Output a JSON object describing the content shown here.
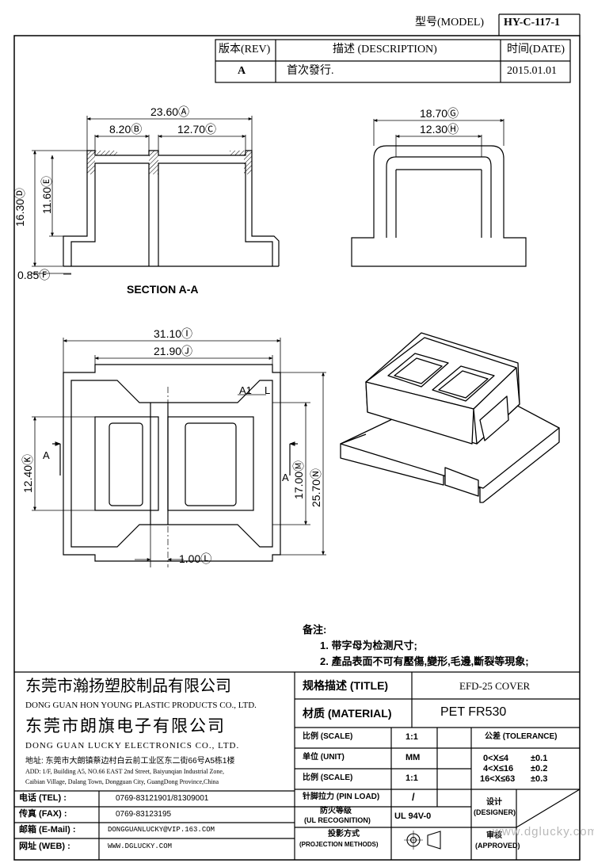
{
  "header": {
    "model_label": "型号(MODEL)",
    "model_value": "HY-C-117-1",
    "rev_label": "版本(REV)",
    "desc_label": "描述 (DESCRIPTION)",
    "date_label": "时间(DATE)",
    "rev_value": "A",
    "desc_value": "首次發行.",
    "date_value": "2015.01.01"
  },
  "section_view": {
    "dims": {
      "overall_width": "23.60Ⓐ",
      "left_width": "8.20Ⓑ",
      "right_width": "12.70Ⓒ",
      "inner_height": "11.60Ⓔ",
      "total_height": "16.30Ⓓ",
      "base_thick": "0.85Ⓕ"
    },
    "title": "SECTION A-A"
  },
  "side_view": {
    "dims": {
      "outer_width": "18.70Ⓖ",
      "inner_width": "12.30Ⓗ"
    }
  },
  "top_view": {
    "dims": {
      "outer_width": "31.10Ⓘ",
      "inner_width": "21.90Ⓙ",
      "left_height": "12.40Ⓚ",
      "mid_height": "17.00Ⓜ",
      "right_height": "25.70Ⓝ",
      "gap": "1.00Ⓛ"
    },
    "section_marker": "A",
    "corner_label": "A1",
    "corner_mark": "L"
  },
  "notes": {
    "title": "备注:",
    "items": [
      "1. 带字母为检测尺寸;",
      "2. 產品表面不可有壓傷,變形,毛邊,斷裂等現象;"
    ]
  },
  "company": {
    "name1_cn": "东莞市瀚扬塑胶制品有限公司",
    "name1_en": "DONG GUAN HON YOUNG PLASTIC PRODUCTS CO., LTD.",
    "name2_cn": "东莞市朗旗电子有限公司",
    "name2_en": "DONG GUAN LUCKY ELECTRONICS CO., LTD.",
    "address_cn": "地址: 东莞市大朗镇蔡边村白云前工业区东二街66号A5栋1楼",
    "address_en1": "ADD: 1/F, Building A5, NO.66 EAST 2nd Street, Baiyunqian Industrial Zone,",
    "address_en2": "Caibian Village, Dalang Town, Dongguan City, GuangDong Province,China"
  },
  "contact": {
    "tel_label": "电话 (TEL) :",
    "tel_value": "0769-83121901/81309001",
    "fax_label": "传真 (FAX) :",
    "fax_value": "0769-83123195",
    "email_label": "邮箱 (E-Mail) :",
    "email_value": "DONGGUANLUCKY@VIP.163.COM",
    "web_label": "网址 (WEB) :",
    "web_value": "WWW.DGLUCKY.COM"
  },
  "title_block": {
    "title_label": "规格描述 (TITLE)",
    "title_value": "EFD-25 COVER",
    "material_label": "材质 (MATERIAL)",
    "material_value": "PET FR530",
    "scale_label": "比例 (SCALE)",
    "scale_value": "1:1",
    "unit_label": "单位 (UNIT)",
    "unit_value": "MM",
    "scale2_label": "比例 (SCALE)",
    "scale2_value": "1:1",
    "pin_label": "针脚拉力 (PIN LOAD)",
    "pin_value": "/",
    "ul_label_cn": "防火等级",
    "ul_label_en": "(UL RECOGNITION)",
    "ul_value": "UL 94V-0",
    "proj_label_cn": "投影方式",
    "proj_label_en": "(PROJECTION METHODS)",
    "tolerance_label": "公差 (TOLERANCE)",
    "tolerance_rows": [
      {
        "range": "0<X≤4",
        "value": "±0.1"
      },
      {
        "range": "4<X≤16",
        "value": "±0.2"
      },
      {
        "range": "16<X≤63",
        "value": "±0.3"
      }
    ],
    "designer_cn": "设计",
    "designer_en": "(DESIGNER)",
    "approved_cn": "审核",
    "approved_en": "(APPROVED)"
  },
  "watermark": "www.dglucky.com"
}
